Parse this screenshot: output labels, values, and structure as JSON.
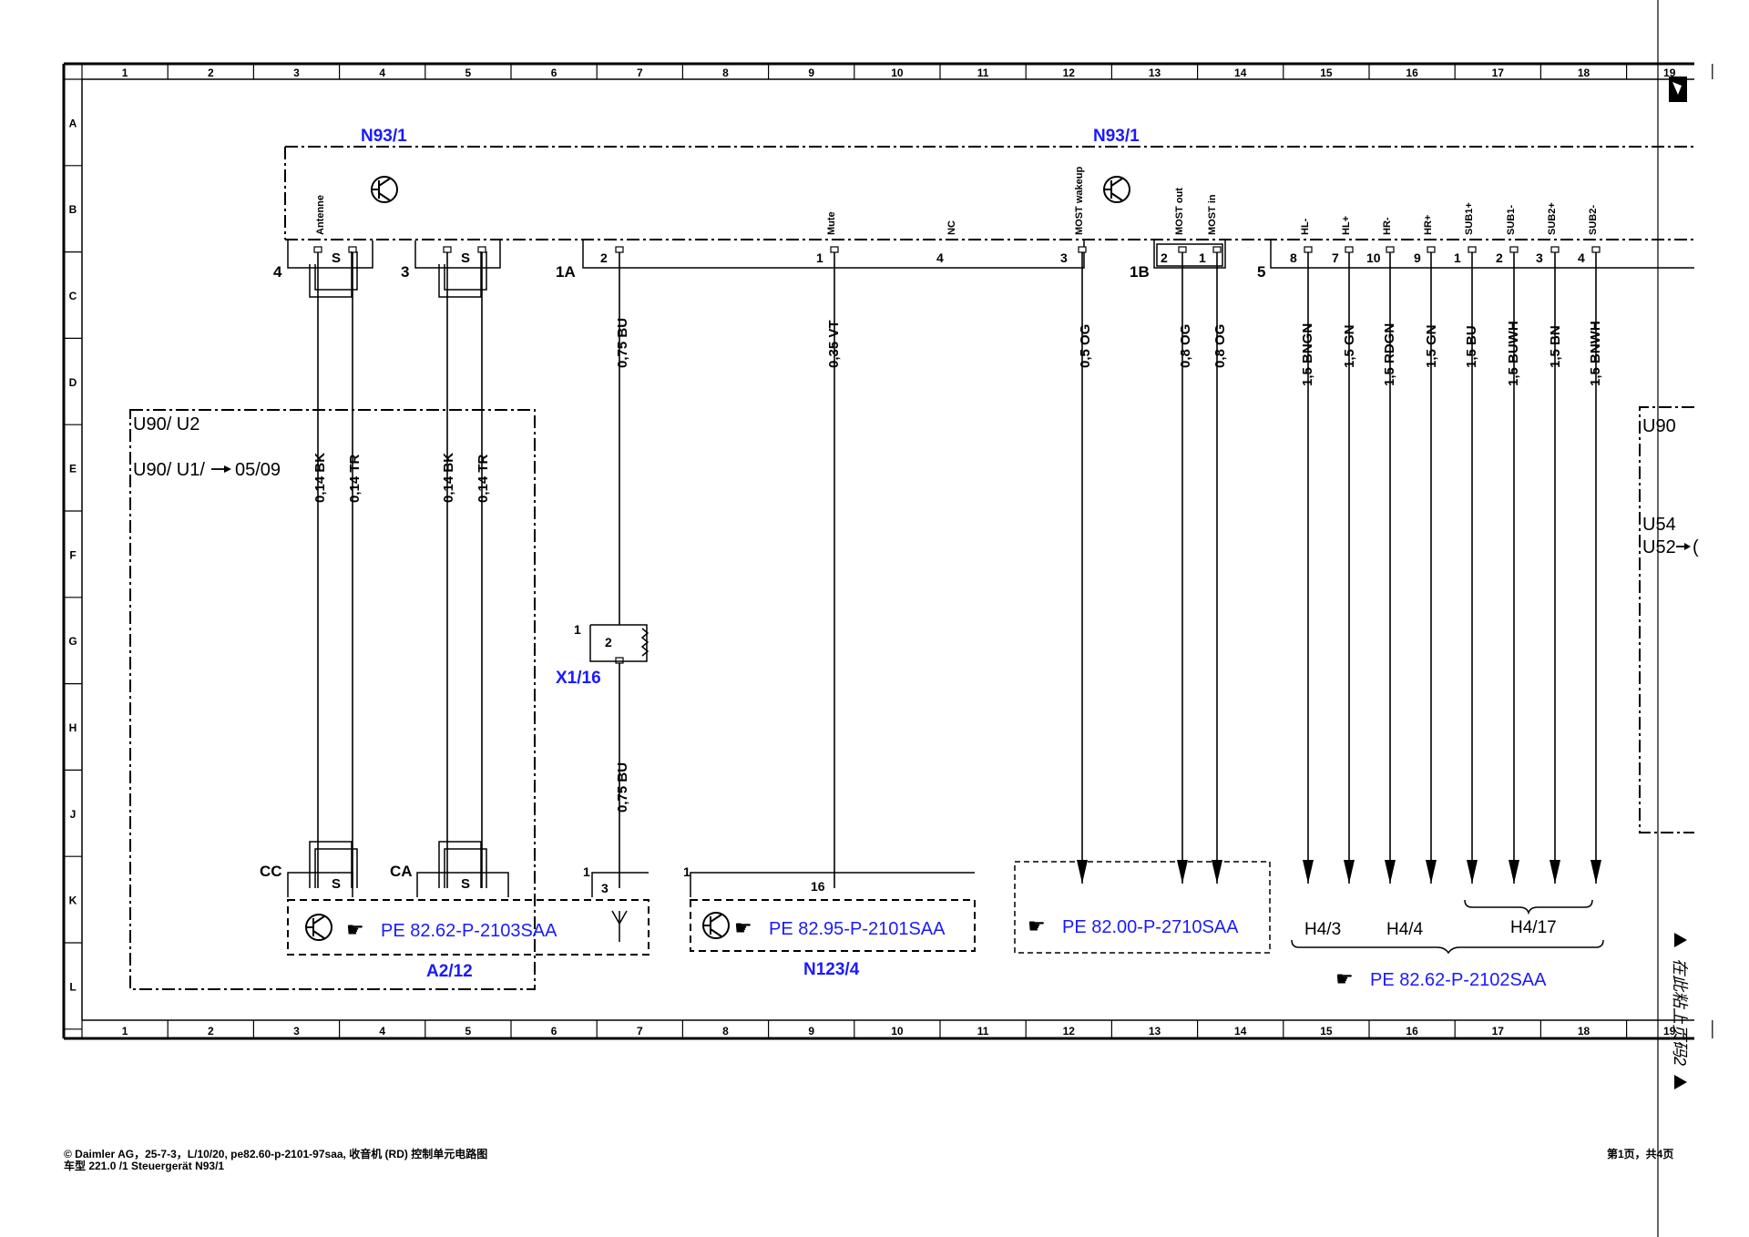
{
  "grid": {
    "columns": [
      "1",
      "2",
      "3",
      "4",
      "5",
      "6",
      "7",
      "8",
      "9",
      "10",
      "11",
      "12",
      "13",
      "14",
      "15",
      "16",
      "17",
      "18",
      "19"
    ],
    "rows": [
      "A",
      "B",
      "C",
      "D",
      "E",
      "F",
      "G",
      "H",
      "J",
      "K",
      "L"
    ]
  },
  "components": {
    "n93_left": "N93/1",
    "n93_right": "N93/1",
    "u90_u2": "U90/ U2",
    "u90_u1_ref": "U90/ U1/",
    "u90_u1_page": "05/09",
    "x1_16": "X1/16",
    "a2_12": "A2/12",
    "n123_4": "N123/4",
    "u90_right": "U90",
    "u54": "U54",
    "u52": "U52",
    "u52_cut": "(",
    "cc": "CC",
    "ca": "CA"
  },
  "connectors": {
    "c4": "4",
    "c3": "3",
    "c1a": "1A",
    "c1b": "1B",
    "c5": "5",
    "x1_pin1": "1",
    "x1_pin2": "2",
    "a2_pin1": "1",
    "a2_pin3": "3",
    "n123_pin1": "1",
    "n123_pin16": "16"
  },
  "pins": [
    {
      "label": "Antenne"
    },
    {
      "label": "Mute"
    },
    {
      "label": "NC"
    },
    {
      "label": "MOST wakeup"
    },
    {
      "label": "MOST out"
    },
    {
      "label": "MOST in"
    },
    {
      "label": "HL-"
    },
    {
      "label": "HL+"
    },
    {
      "label": "HR-"
    },
    {
      "label": "HR+"
    },
    {
      "label": "SUB1+"
    },
    {
      "label": "SUB1-"
    },
    {
      "label": "SUB2+"
    },
    {
      "label": "SUB2-"
    }
  ],
  "pin_numbers_1a": [
    "2",
    "1",
    "4",
    "3"
  ],
  "pin_numbers_1b": [
    "2",
    "1"
  ],
  "pin_numbers_5": [
    "8",
    "7",
    "10",
    "9",
    "1",
    "2",
    "3",
    "4"
  ],
  "shield_s": "S",
  "wires": [
    {
      "label": "0,14 BK"
    },
    {
      "label": "0,14 TR"
    },
    {
      "label": "0,14 BK"
    },
    {
      "label": "0,14 TR"
    },
    {
      "label": "0,75 BU"
    },
    {
      "label": "0,75 BU"
    },
    {
      "label": "0,35 VT"
    },
    {
      "label": "0,5 OG"
    },
    {
      "label": "0,8 OG"
    },
    {
      "label": "0,8 OG"
    },
    {
      "label": "1,5 BNGN"
    },
    {
      "label": "1,5 GN"
    },
    {
      "label": "1,5 RDGN"
    },
    {
      "label": "1,5 GN"
    },
    {
      "label": "1,5 BU"
    },
    {
      "label": "1,5 BUWH"
    },
    {
      "label": "1,5 BN"
    },
    {
      "label": "1,5 BNWH"
    }
  ],
  "refs": {
    "pe_2103": "PE 82.62-P-2103SAA",
    "pe_2101": "PE 82.95-P-2101SAA",
    "pe_2710": "PE 82.00-P-2710SAA",
    "pe_2102": "PE 82.62-P-2102SAA"
  },
  "speakers": {
    "h4_3": "H4/3",
    "h4_4": "H4/4",
    "h4_17": "H4/17"
  },
  "side_note": "在此粘上页码2",
  "footer": {
    "line1": "© Daimler AG，25-7-3，L/10/20, pe82.60-p-2101-97saa, 收音机 (RD) 控制单元电路图",
    "line2": "车型 221.0 /1 Steuergerät N93/1",
    "page": "第1页，共4页"
  },
  "colors": {
    "ink": "#000000",
    "reference": "#1a1aff"
  }
}
